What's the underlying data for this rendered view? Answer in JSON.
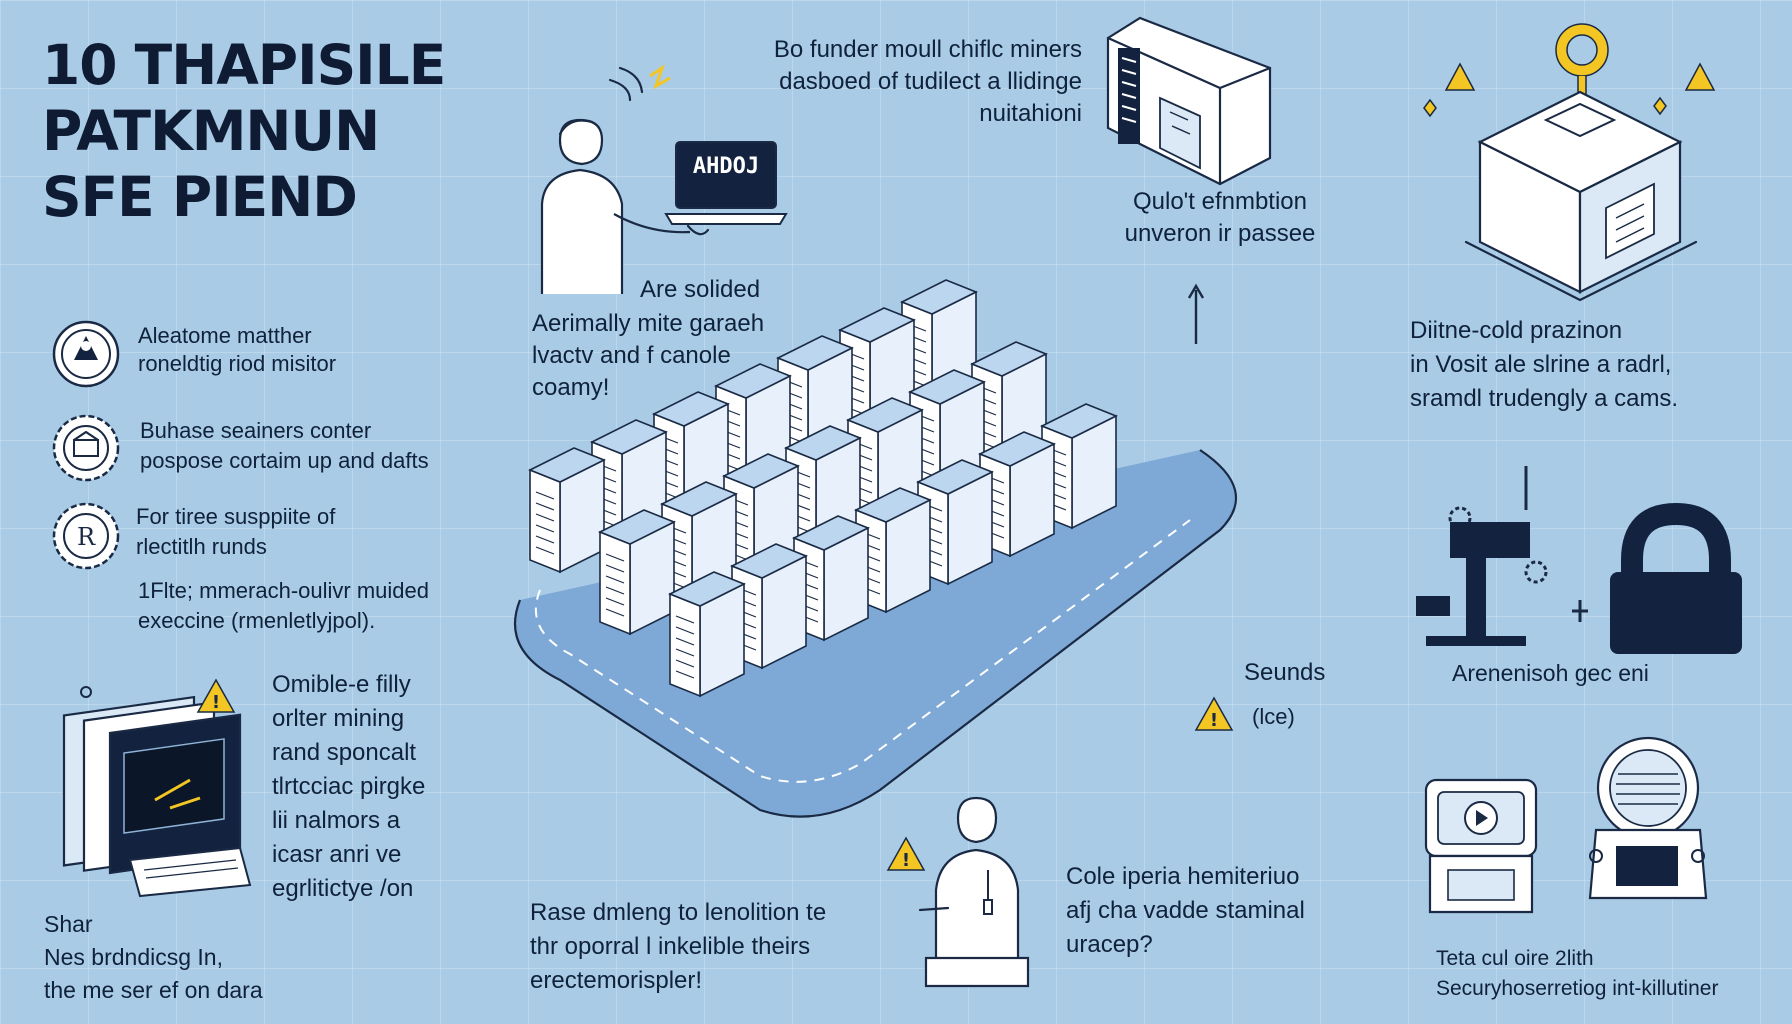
{
  "title": {
    "lines": [
      "10 THAPISILE",
      "PATKMNUN",
      "SFE PIEND"
    ]
  },
  "top_caption": {
    "lines": [
      "Bo funder moull chiflc miners",
      "dasboed of tudilect a llidinge",
      "nuitahioni"
    ]
  },
  "laptop_screen": "AHDOJ",
  "person_caption": {
    "lines": [
      "Are solided",
      "Aerimally mite garaeh",
      "lvactv and f canole",
      "coamy!"
    ]
  },
  "rack_caption": {
    "lines": [
      "Qulo't efnmbtion",
      "unveron ir passee"
    ]
  },
  "building_caption": {
    "lines": [
      "Diitne-cold prazinon",
      "in Vosit ale slrine a radrl,",
      "sramdl trudengly a cams."
    ]
  },
  "features": [
    {
      "icon": "shield-person-icon",
      "lines": [
        "Aleatome matther",
        "roneldtig riod misitor"
      ]
    },
    {
      "icon": "gear-building-icon",
      "lines": [
        "Buhase seainers conter",
        "pospose cortaim up and dafts"
      ]
    },
    {
      "icon": "registered-gear-icon",
      "lines": [
        "For tiree susppiite of",
        "rlectitlh runds"
      ]
    }
  ],
  "features_note": {
    "lines": [
      "1Flte; mmerach-oulivr muided",
      "execcine (rmenletlyjpol)."
    ]
  },
  "mining_caption": {
    "lines": [
      "Omible-e filly",
      "orlter mining",
      "rand sponcalt",
      "tlrtcciac pirgke",
      "lii nalmors a",
      "icasr anri ve",
      "egrlitictye /on"
    ]
  },
  "bottom_left": {
    "lines": [
      "Shar",
      "Nes brdndicsg In,",
      "the me ser ef on dara"
    ]
  },
  "seunds_label": "Seunds",
  "seunds_sub": "(lce)",
  "lock_caption": "Arenenisoh gec eni",
  "bottom_center": {
    "lines": [
      "Rase dmleng to lenolition te",
      "thr oporral l inkelible theirs",
      "erectemorispler!"
    ]
  },
  "bottom_center_right": {
    "lines": [
      "Cole iperia hemiteriuo",
      "afj cha vadde staminal",
      "uracep?"
    ]
  },
  "bottom_right": {
    "lines": [
      "Teta cul oire 2lith",
      "Securyhoserretiog int-killutiner"
    ]
  },
  "colors": {
    "background": "#a9cbe6",
    "ink": "#10213a",
    "warning": "#f3c623",
    "navy": "#13233f",
    "rack_face": "#e8f1fb",
    "rack_top": "#bcd6ef"
  }
}
